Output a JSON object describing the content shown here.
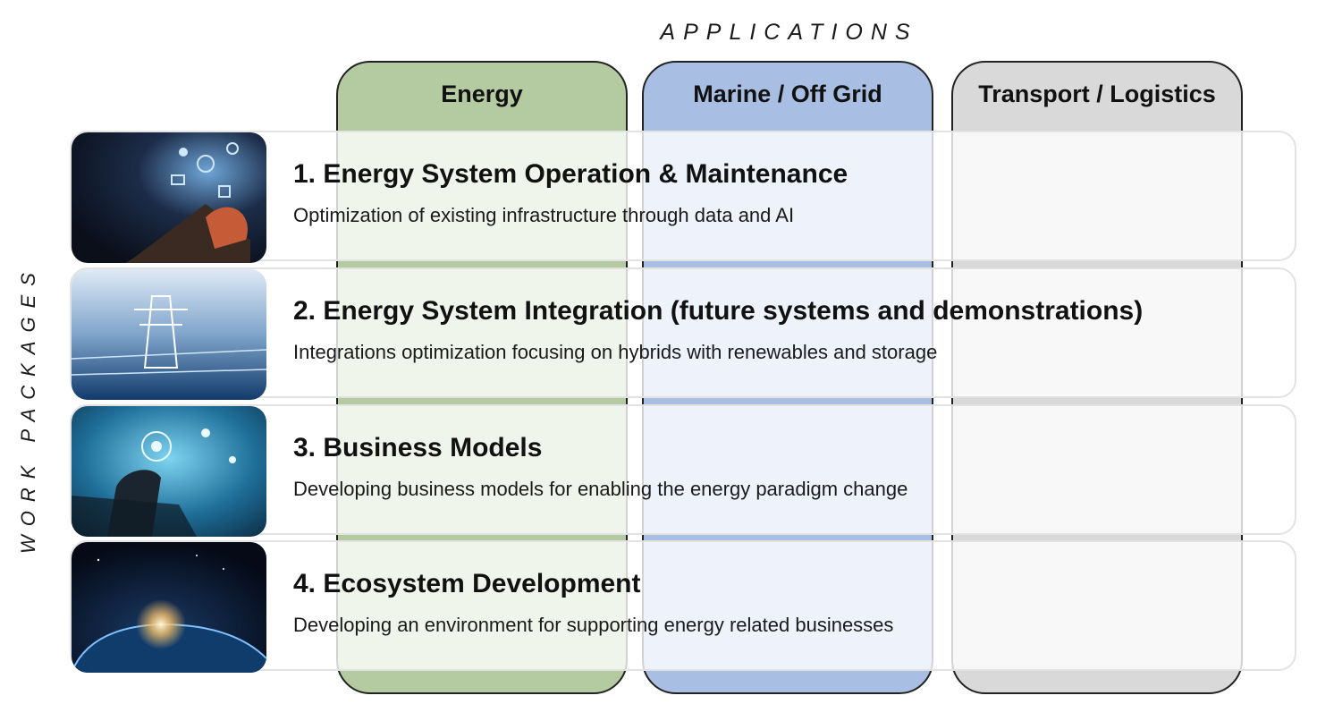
{
  "applications": {
    "heading": "APPLICATIONS",
    "columns": [
      {
        "label": "Energy",
        "color": "#b4cba2"
      },
      {
        "label": "Marine / Off Grid",
        "color": "#a8bfe3"
      },
      {
        "label": "Transport / Logistics",
        "color": "#d9d9d9"
      }
    ]
  },
  "work_packages": {
    "heading": "WORK PACKAGES",
    "items": [
      {
        "title": "1. Energy System Operation & Maintenance",
        "description": "Optimization of existing infrastructure through data and AI",
        "icon": "digital-tablet-icons-image"
      },
      {
        "title": "2. Energy System Integration (future systems and demonstrations)",
        "description": "Integrations optimization focusing on hybrids with renewables and storage",
        "icon": "power-grid-pylon-image"
      },
      {
        "title": "3. Business Models",
        "description": "Developing business models for enabling the energy paradigm change",
        "icon": "touchscreen-hand-image"
      },
      {
        "title": "4. Ecosystem Development",
        "description": "Developing an environment for supporting energy related businesses",
        "icon": "earth-sunrise-image"
      }
    ]
  }
}
